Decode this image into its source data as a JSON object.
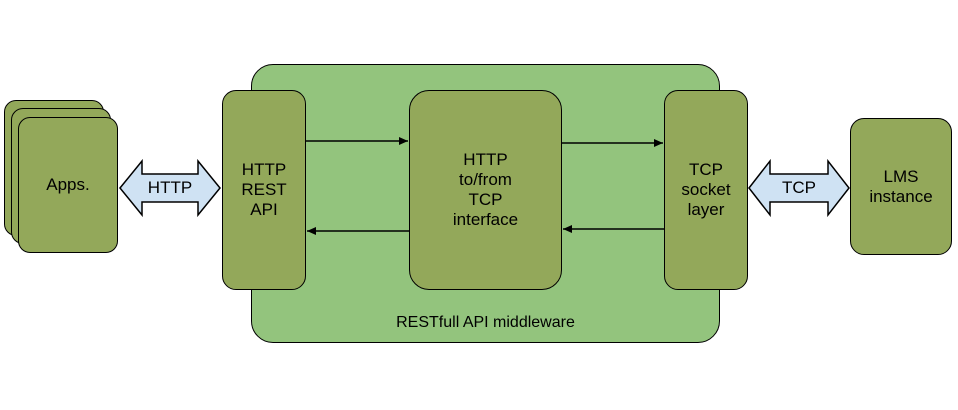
{
  "middleware": {
    "label": "RESTfull API middleware"
  },
  "apps": {
    "label": "Apps."
  },
  "http_rest_api": {
    "label": "HTTP\nREST\nAPI"
  },
  "interface": {
    "label": "HTTP\nto/from\nTCP\ninterface"
  },
  "tcp_socket": {
    "label": "TCP\nsocket\nlayer"
  },
  "lms": {
    "label": "LMS\ninstance"
  },
  "links": {
    "http": "HTTP",
    "tcp": "TCP"
  },
  "colors": {
    "middleware_fill": "#93c47d",
    "box_fill": "#93a85a",
    "arrow_fill": "#cfe2f3"
  }
}
